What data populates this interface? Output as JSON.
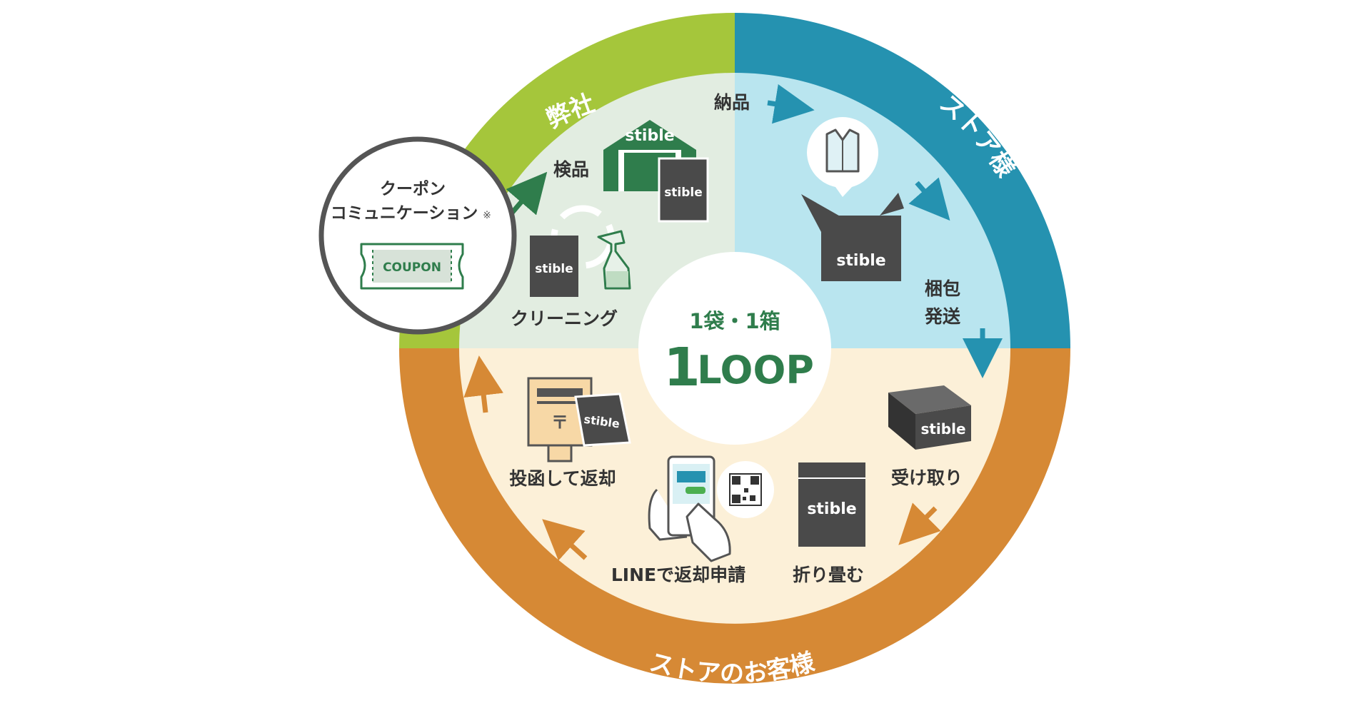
{
  "segments": {
    "company": "弊社",
    "store": "ストア様",
    "customer": "ストアのお客様"
  },
  "steps": {
    "delivery": "納品",
    "inspection": "検品",
    "cleaning": "クリーニング",
    "pack_line1": "梱包",
    "pack_line2": "発送",
    "receive": "受け取り",
    "fold": "折り畳む",
    "line_return": "LINEで返却申請",
    "post_return": "投函して返却"
  },
  "center": {
    "sub": "1袋・1箱",
    "main_num": "1",
    "main_text": "LOOP"
  },
  "coupon": {
    "line1": "クーポン",
    "line2": "コミュニケーション",
    "note_mark": "※",
    "ticket_label": "COUPON"
  },
  "brand": {
    "logo_text": "stible"
  },
  "colors": {
    "company": "#a5c63b",
    "store": "#2592b0",
    "customer": "#d68935",
    "company_inner": "#e2ede1",
    "store_inner": "#b9e5ef",
    "customer_inner": "#fcf0d8",
    "green_text": "#2f7d4c",
    "dark_box": "#4a4a4a"
  }
}
